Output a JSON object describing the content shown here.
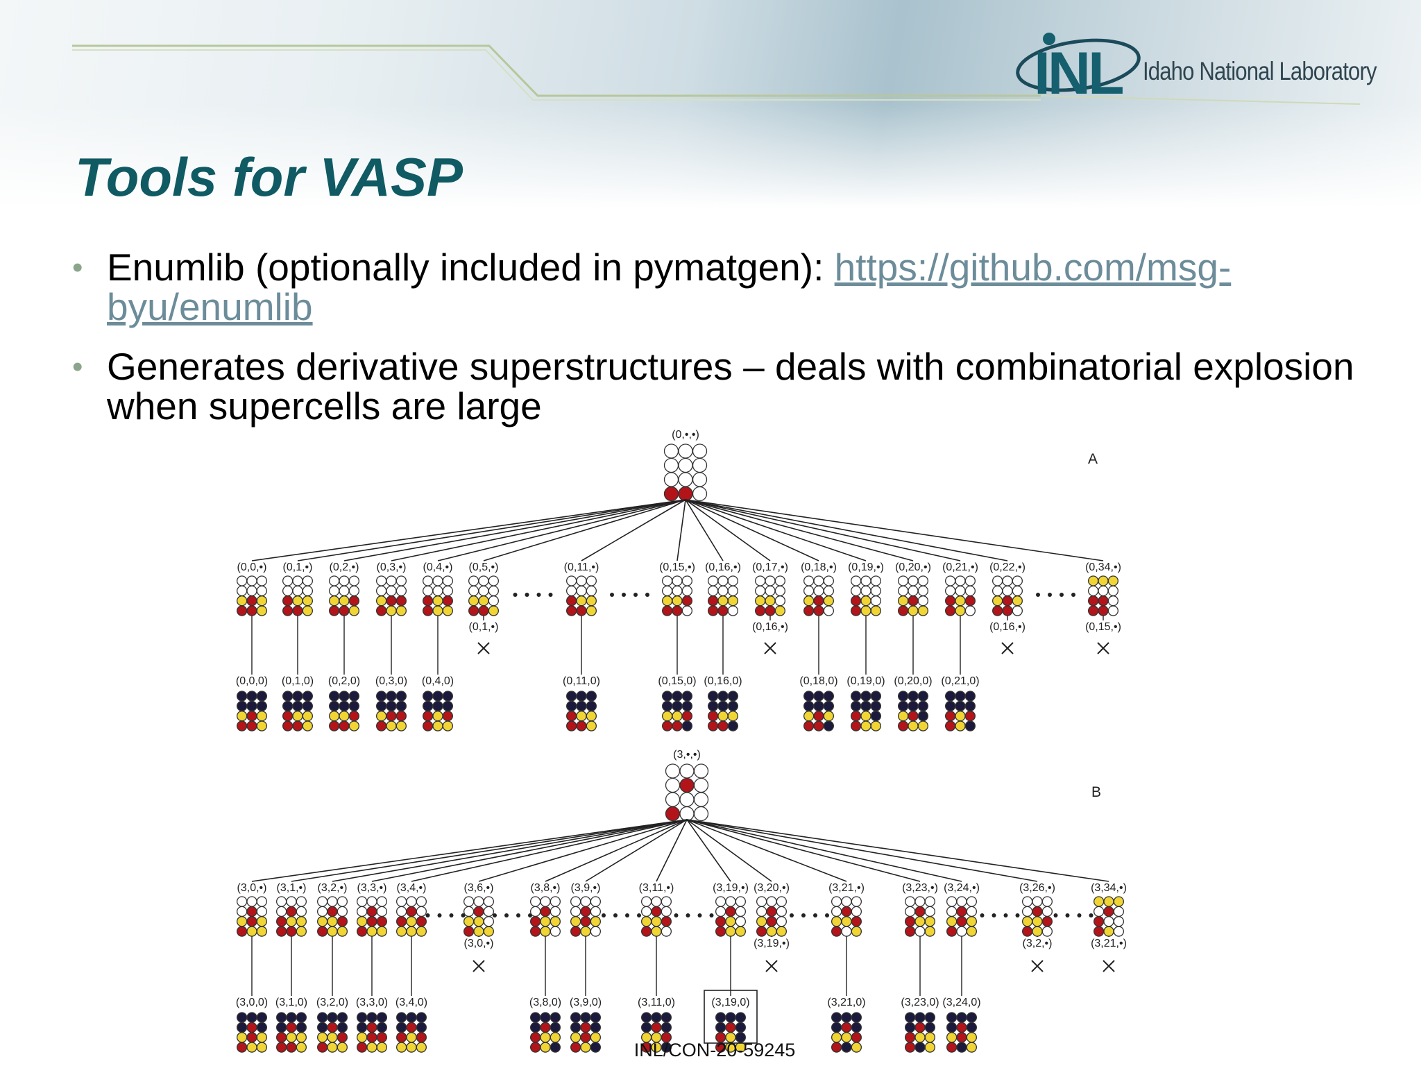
{
  "logo": {
    "mark": "INL",
    "org": "Idaho National Laboratory"
  },
  "title": "Tools for VASP",
  "bullets": [
    {
      "text": "Enumlib (optionally included in pymatgen): ",
      "link_part1": "https://github.com/msg-",
      "link_part2": "byu/enumlib"
    },
    {
      "line1": "Generates derivative superstructures – deals with combinatorial explosion",
      "line2": "when supercells are large"
    }
  ],
  "footer": "INL/CON-20-59245",
  "diagram": {
    "colors": {
      "red": "#b3141a",
      "yellow": "#f0d534",
      "navy": "#1c1a3c",
      "white": "#ffffff"
    },
    "panels": [
      {
        "letter": "A",
        "root_label": "(0,•,•)",
        "root_pattern": "WWW.WWW.WWW.RRW",
        "level1": [
          {
            "label": "(0,0,•)",
            "pattern": "WWW.WWW.YRY.RRY"
          },
          {
            "label": "(0,1,•)",
            "pattern": "WWW.WWW.RYY.RRY"
          },
          {
            "label": "(0,2,•)",
            "pattern": "WWW.WWW.YYR.RRY"
          },
          {
            "label": "(0,3,•)",
            "pattern": "WWW.WWW.YRR.RYY"
          },
          {
            "label": "(0,4,•)",
            "pattern": "WWW.WWW.RYR.RYY"
          },
          {
            "label": "(0,5,•)",
            "pattern": "WWW.WWW.YYW.RRY",
            "dots_after": true
          },
          {
            "label": "(0,11,•)",
            "pattern": "WWW.WWW.RYY.RRY",
            "dots_after": true
          },
          {
            "label": "(0,15,•)",
            "pattern": "WWW.WWW.YYR.RRW"
          },
          {
            "label": "(0,16,•)",
            "pattern": "WWW.WWW.RYY.RRW"
          },
          {
            "label": "(0,17,•)",
            "pattern": "WWW.WWW.YYW.RRY"
          },
          {
            "label": "(0,18,•)",
            "pattern": "WWW.WWW.YRY.RRW"
          },
          {
            "label": "(0,19,•)",
            "pattern": "WWW.WWW.RYW.RYY"
          },
          {
            "label": "(0,20,•)",
            "pattern": "WWW.WWW.YRW.RYY"
          },
          {
            "label": "(0,21,•)",
            "pattern": "WWW.WWW.RYR.RYW"
          },
          {
            "label": "(0,22,•)",
            "pattern": "WWW.WWW.YRY.RRW",
            "dots_after": true
          },
          {
            "label": "(0,34,•)",
            "pattern": "YYY.WWW.RRW.RRW"
          }
        ],
        "level2": [
          {
            "label": "(0,0,0)",
            "pattern": "NNN.NNN.YRY.RRY"
          },
          {
            "label": "(0,1,0)",
            "pattern": "NNN.NNN.RYY.RRY"
          },
          {
            "label": "(0,2,0)",
            "pattern": "NNN.NNN.YYR.RRY"
          },
          {
            "label": "(0,3,0)",
            "pattern": "NNN.NNN.YRR.RYY"
          },
          {
            "label": "(0,4,0)",
            "pattern": "NNN.NNN.RYR.RYY"
          },
          {
            "cut_label": "(0,1,•)"
          },
          {
            "label": "(0,11,0)",
            "pattern": "NNN.NNN.RYY.RRY"
          },
          {
            "label": "(0,15,0)",
            "pattern": "NNN.NNN.YYR.RRN"
          },
          {
            "label": "(0,16,0)",
            "pattern": "NNN.NNN.RYY.RRN"
          },
          {
            "cut_label": "(0,16,•)"
          },
          {
            "label": "(0,18,0)",
            "pattern": "NNN.NNN.YRY.RRN"
          },
          {
            "label": "(0,19,0)",
            "pattern": "NNN.NNN.RYN.RYY"
          },
          {
            "label": "(0,20,0)",
            "pattern": "NNN.NNN.YRN.RYY"
          },
          {
            "label": "(0,21,0)",
            "pattern": "NNN.NNN.RYR.RYN"
          },
          {
            "cut_label": "(0,16,•)"
          },
          {
            "cut_label": "(0,15,•)"
          }
        ]
      },
      {
        "letter": "B",
        "root_label": "(3,•,•)",
        "root_pattern": "WWW.WRW.WWW.RWW",
        "level1": [
          {
            "label": "(3,0,•)",
            "pattern": "WWW.WRW.YRY.RYY"
          },
          {
            "label": "(3,1,•)",
            "pattern": "WWW.WRW.RYY.RRY"
          },
          {
            "label": "(3,2,•)",
            "pattern": "WWW.WRW.YYR.RYY"
          },
          {
            "label": "(3,3,•)",
            "pattern": "WWW.WRW.YRR.RYY"
          },
          {
            "label": "(3,4,•)",
            "pattern": "WWW.WRW.RYR.YYY",
            "dots_after": true
          },
          {
            "label": "(3,6,•)",
            "pattern": "WWW.WRW.YYW.RYY",
            "dots_after": true
          },
          {
            "label": "(3,8,•)",
            "pattern": "WWW.WRW.RYY.RYW"
          },
          {
            "label": "(3,9,•)",
            "pattern": "WWW.WRW.YRY.RYW",
            "dots_after": true
          },
          {
            "label": "(3,11,•)",
            "pattern": "WWW.WRW.YYR.RYW",
            "dots_after": true
          },
          {
            "label": "(3,19,•)",
            "pattern": "WWW.WRW.RYW.RYY"
          },
          {
            "label": "(3,20,•)",
            "pattern": "WWW.WRW.YRW.RYY",
            "dots_after": true
          },
          {
            "label": "(3,21,•)",
            "pattern": "WWW.WRW.YYR.RWY"
          },
          {
            "label": "(3,23,•)",
            "pattern": "WWW.WRW.RYY.RWY"
          },
          {
            "label": "(3,24,•)",
            "pattern": "WWW.WRW.YRY.RWY",
            "dots_after": true
          },
          {
            "label": "(3,26,•)",
            "pattern": "WWW.WRW.YYR.RYW",
            "dots_after": true
          },
          {
            "label": "(3,34,•)",
            "pattern": "YYY.WRW.RWW.RYW"
          }
        ],
        "level2": [
          {
            "label": "(3,0,0)",
            "pattern": "NNN.NRN.YRY.RYY"
          },
          {
            "label": "(3,1,0)",
            "pattern": "NNN.NRN.RYY.RRY"
          },
          {
            "label": "(3,2,0)",
            "pattern": "NNN.NRN.YYR.RYY"
          },
          {
            "label": "(3,3,0)",
            "pattern": "NNN.NRN.YRR.RYY"
          },
          {
            "label": "(3,4,0)",
            "pattern": "NNN.NRN.RYR.YYY"
          },
          {
            "cut_label": "(3,0,•)"
          },
          {
            "label": "(3,8,0)",
            "pattern": "NNN.NRN.RYY.RYN"
          },
          {
            "label": "(3,9,0)",
            "pattern": "NNN.NRN.YRY.RYN"
          },
          {
            "label": "(3,11,0)",
            "pattern": "NNN.NRN.YYR.RYN"
          },
          {
            "label": "(3,19,0)",
            "pattern": "NNN.NRN.RYN.RYY",
            "boxed": true
          },
          {
            "cut_label": "(3,19,•)"
          },
          {
            "label": "(3,21,0)",
            "pattern": "NNN.NRN.YYR.RNY"
          },
          {
            "label": "(3,23,0)",
            "pattern": "NNN.NRN.RYY.RNY"
          },
          {
            "label": "(3,24,0)",
            "pattern": "NNN.NRN.YRY.RNY"
          },
          {
            "cut_label": "(3,2,•)"
          },
          {
            "cut_label": "(3,21,•)"
          }
        ]
      }
    ]
  }
}
